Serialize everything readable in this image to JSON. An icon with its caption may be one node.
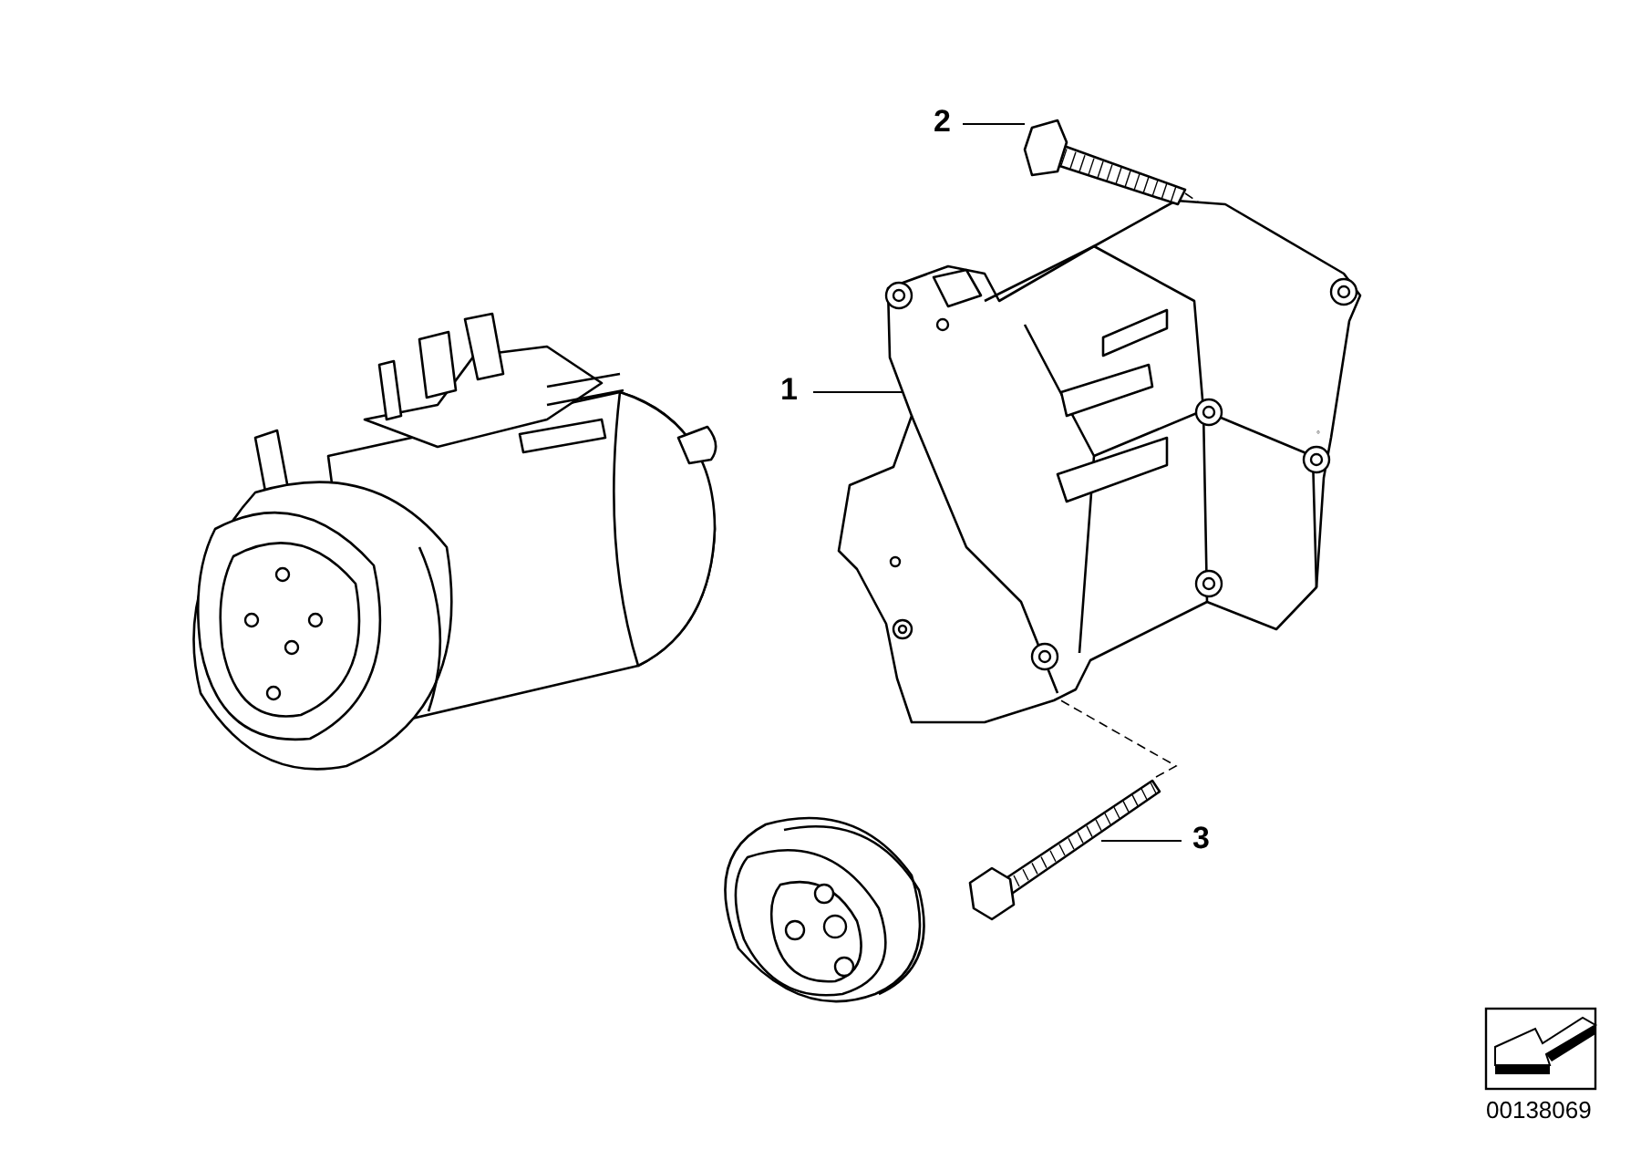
{
  "diagram": {
    "nodes": [
      {
        "text": [
          "1"
        ]
      },
      {
        "text": [],
        "shape": "picture"
      },
      {
        "text": [
          "2"
        ]
      },
      {
        "text": [],
        "shape": "picture"
      },
      {
        "text": [
          "3"
        ]
      },
      {
        "text": [],
        "shape": "picture"
      }
    ],
    "edges": [
      {
        "from": 0,
        "to": 1,
        "arrow": "none"
      },
      {
        "from": 2,
        "to": 3,
        "arrow": "none"
      },
      {
        "from": 4,
        "to": 5,
        "arrow": "none"
      },
      {
        "from": 3,
        "to": 1,
        "arrow": "none",
        "style": "dashed"
      },
      {
        "from": 5,
        "to": 1,
        "arrow": "none",
        "style": "dashed"
      }
    ],
    "labels": [
      "00138069"
    ]
  }
}
